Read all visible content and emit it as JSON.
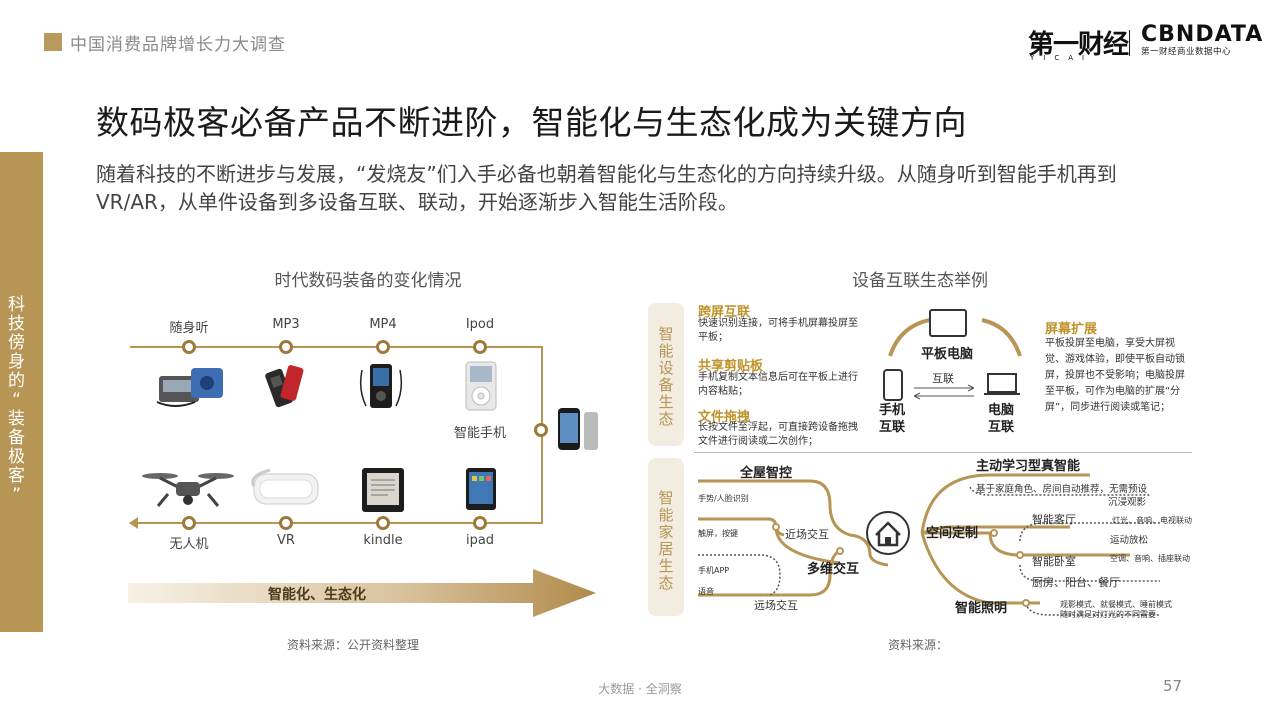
{
  "header": {
    "title": "中国消费品牌增长力大调查"
  },
  "logos": {
    "yicai_main": "第一财经",
    "yicai_sub": "YICAI",
    "cbn_main": "CBNDATA",
    "cbn_sub": "第一财经商业数据中心"
  },
  "main_title": "数码极客必备产品不断进阶，智能化与生态化成为关键方向",
  "subtitle": "随着科技的不断进步与发展，“发烧友”们入手必备也朝着智能化与生态化的方向持续升级。从随身听到智能手机再到VR/AR，从单件设备到多设备互联、联动，开始逐渐步入智能生活阶段。",
  "side_label": "科技傍身的“装备极客”",
  "left": {
    "title": "时代数码装备的变化情况",
    "top_devices": [
      "随身听",
      "MP3",
      "MP4",
      "Ipod"
    ],
    "middle_device": "智能手机",
    "bottom_devices": [
      "无人机",
      "VR",
      "kindle",
      "ipad"
    ],
    "arrow_label": "智能化、生态化",
    "source": "资料来源：公开资料整理"
  },
  "right": {
    "title": "设备互联生态举例",
    "tag_top": "智能设备生态",
    "tag_bottom": "智能家居生态",
    "cross_screen": {
      "title": "跨屏互联",
      "body": "快速识别连接，可将手机屏幕投屏至平板；"
    },
    "clipboard": {
      "title": "共享剪贴板",
      "body": "手机复制文本信息后可在平板上进行内容粘贴；"
    },
    "drag_file": {
      "title": "文件拖拽",
      "body": "长按文件至浮起，可直接跨设备拖拽文件进行阅读或二次创作；"
    },
    "tablet_label": "平板电脑",
    "phone_label": "手机互联",
    "pc_label": "电脑互联",
    "link_label": "互联",
    "screen_extend": {
      "title": "屏幕扩展",
      "body": "平板投屏至电脑，享受大屏视觉、游戏体验，即使平板自动锁屏，投屏也不受影响；电脑投屏至平板，可作为电脑的扩展“分屏”，同步进行阅读或笔记；"
    },
    "home": {
      "full_house": "全屋智控",
      "gesture": "手势/人脸识别",
      "touch": "触屏，按键",
      "near": "近场交互",
      "multi": "多维交互",
      "app": "手机APP",
      "voice": "语音",
      "far": "远场交互",
      "learning": "主动学习型真智能",
      "learning_note": "基于家庭角色、房间自动推荐，无需预设",
      "immersive": "沉浸观影",
      "space": "空间定制",
      "living": "智能客厅",
      "living_note": "灯光、音响、电视联动",
      "welcome": "运动放松",
      "bedroom": "智能卧室",
      "bedroom_note": "空调、音响、插座联动",
      "kitchen": "厨房、阳台、餐厅",
      "lighting": "智能照明",
      "lighting_note": "观影模式、就餐模式、睡前模式\n随时满足对灯光的不同需要"
    },
    "source": "资料来源："
  },
  "footer": "大数据 · 全洞察",
  "page_number": "57",
  "colors": {
    "accent": "#b69555",
    "dark_gold": "#9a7b3c",
    "title_gold": "#c0922b"
  }
}
